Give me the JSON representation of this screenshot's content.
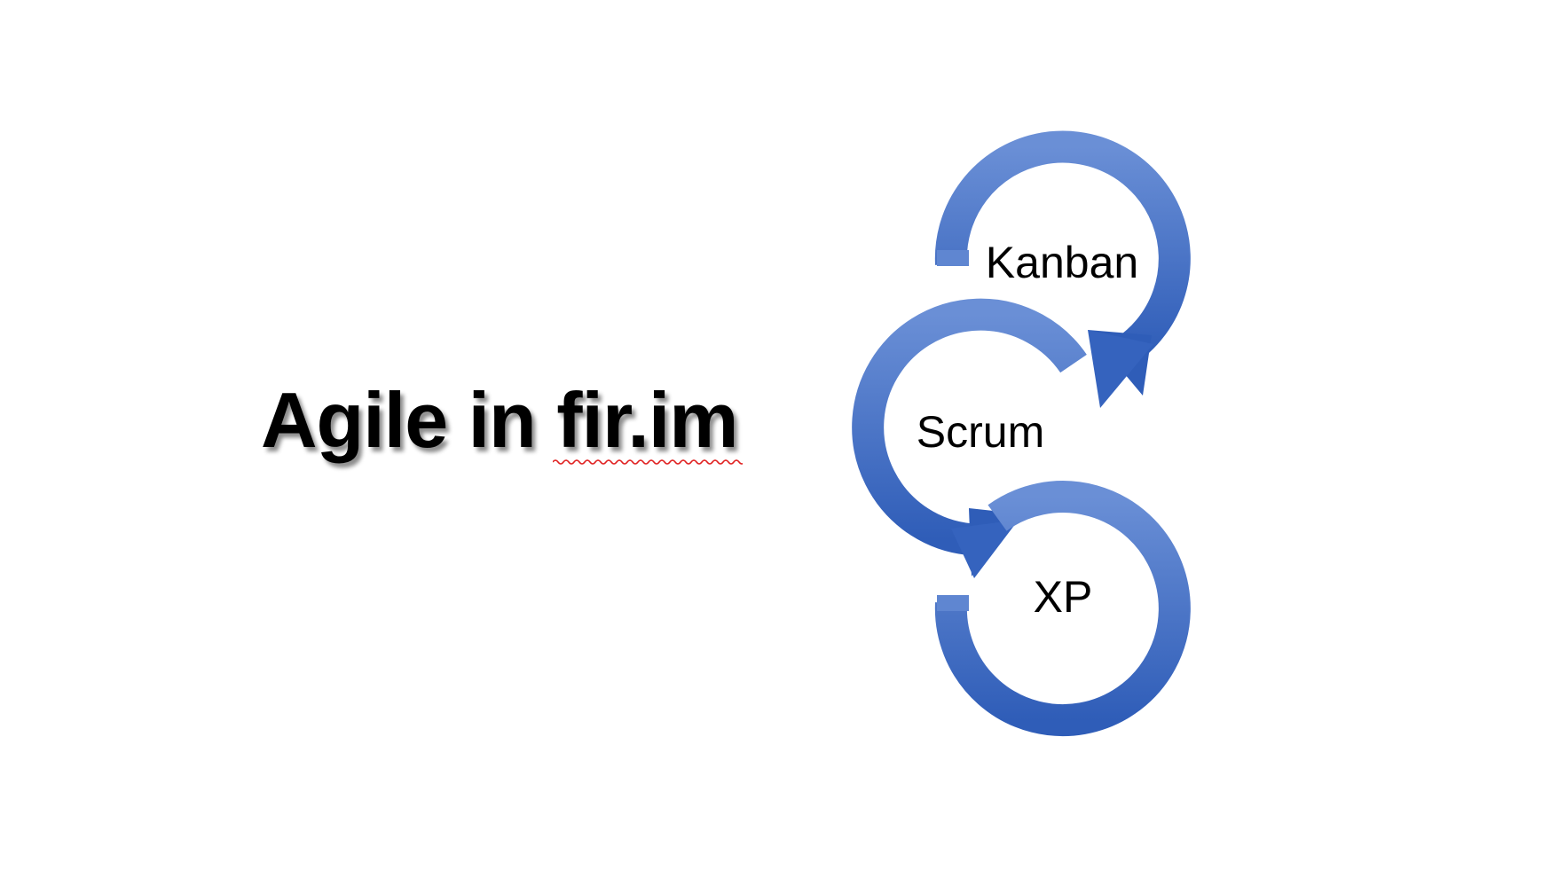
{
  "slide": {
    "title": "Agile in fir.im"
  },
  "diagram": {
    "type": "cycle-of-circular-arrows",
    "nodes": [
      {
        "id": "kanban",
        "label": "Kanban"
      },
      {
        "id": "scrum",
        "label": "Scrum"
      },
      {
        "id": "xp",
        "label": "XP"
      }
    ],
    "flow": [
      "kanban",
      "scrum",
      "xp"
    ],
    "colors": {
      "arrow_light": "#6A8FD6",
      "arrow_dark": "#2F5DB8",
      "spellcheck": "#E02020",
      "background": "#FFFFFF"
    }
  }
}
